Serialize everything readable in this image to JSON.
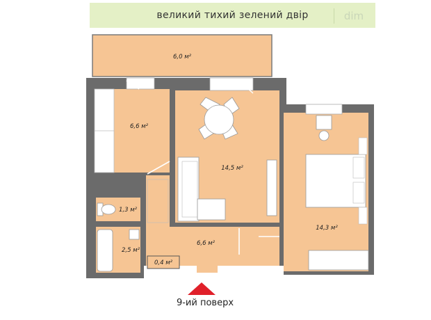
{
  "header": {
    "title": "великий тихий зелений двір",
    "logo_text": "dim"
  },
  "rooms": {
    "balcony": {
      "area": "6,0",
      "unit": "м²"
    },
    "kitchen": {
      "area": "6,6",
      "unit": "м²"
    },
    "living_room": {
      "area": "14,5",
      "unit": "м²"
    },
    "bedroom": {
      "area": "14,3",
      "unit": "м²"
    },
    "toilet": {
      "area": "1,3",
      "unit": "м²"
    },
    "bathroom": {
      "area": "2,5",
      "unit": "м²"
    },
    "hallway": {
      "area": "6,6",
      "unit": "м²"
    },
    "closet": {
      "area": "0,4",
      "unit": "м²"
    }
  },
  "footer": {
    "floor_label": "9-ий поверх"
  },
  "colors": {
    "room_fill": "#f6c594",
    "wall": "#6b6b6b",
    "banner_bg": "#e4f0c6",
    "entrance_marker": "#e0202a"
  }
}
